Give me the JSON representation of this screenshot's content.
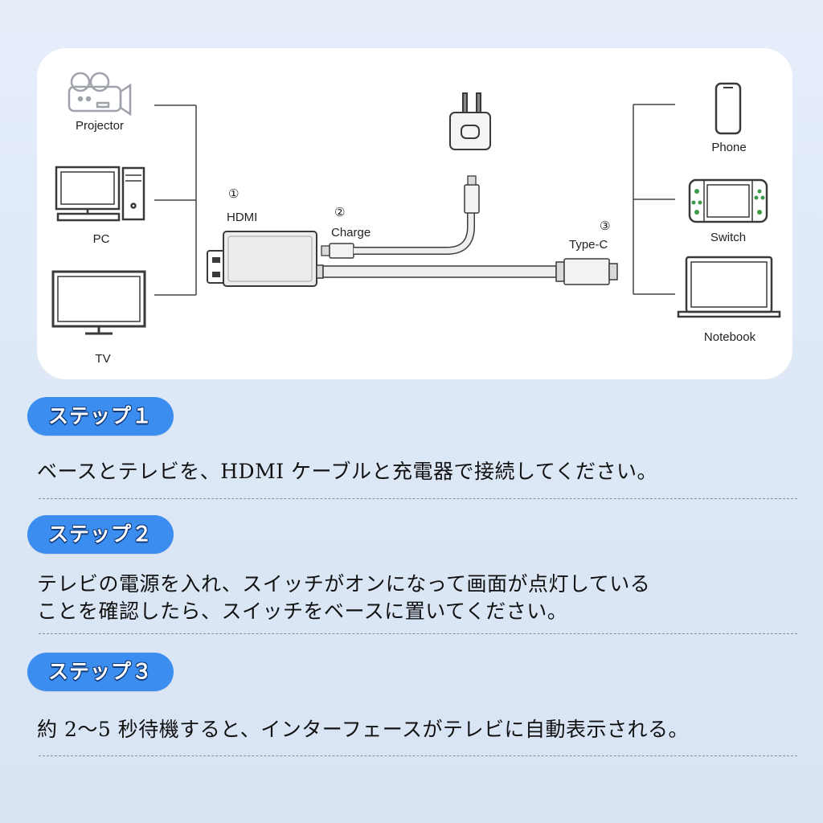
{
  "diagram": {
    "left_devices": [
      "Projector",
      "PC",
      "TV"
    ],
    "right_devices": [
      "Phone",
      "Switch",
      "Notebook"
    ],
    "ports": [
      {
        "number": "①",
        "label": "HDMI"
      },
      {
        "number": "②",
        "label": "Charge"
      },
      {
        "number": "③",
        "label": "Type-C"
      }
    ]
  },
  "steps": [
    {
      "title": "ステップ１",
      "text": "ベースとテレビを、HDMI ケーブルと充電器で接続してください。"
    },
    {
      "title": "ステップ２",
      "text": "テレビの電源を入れ、スイッチがオンになって画面が点灯している\nことを確認したら、スイッチをベースに置いてください。"
    },
    {
      "title": "ステップ３",
      "text": "約 2〜5 秒待機すると、インターフェースがテレビに自動表示される。"
    }
  ]
}
